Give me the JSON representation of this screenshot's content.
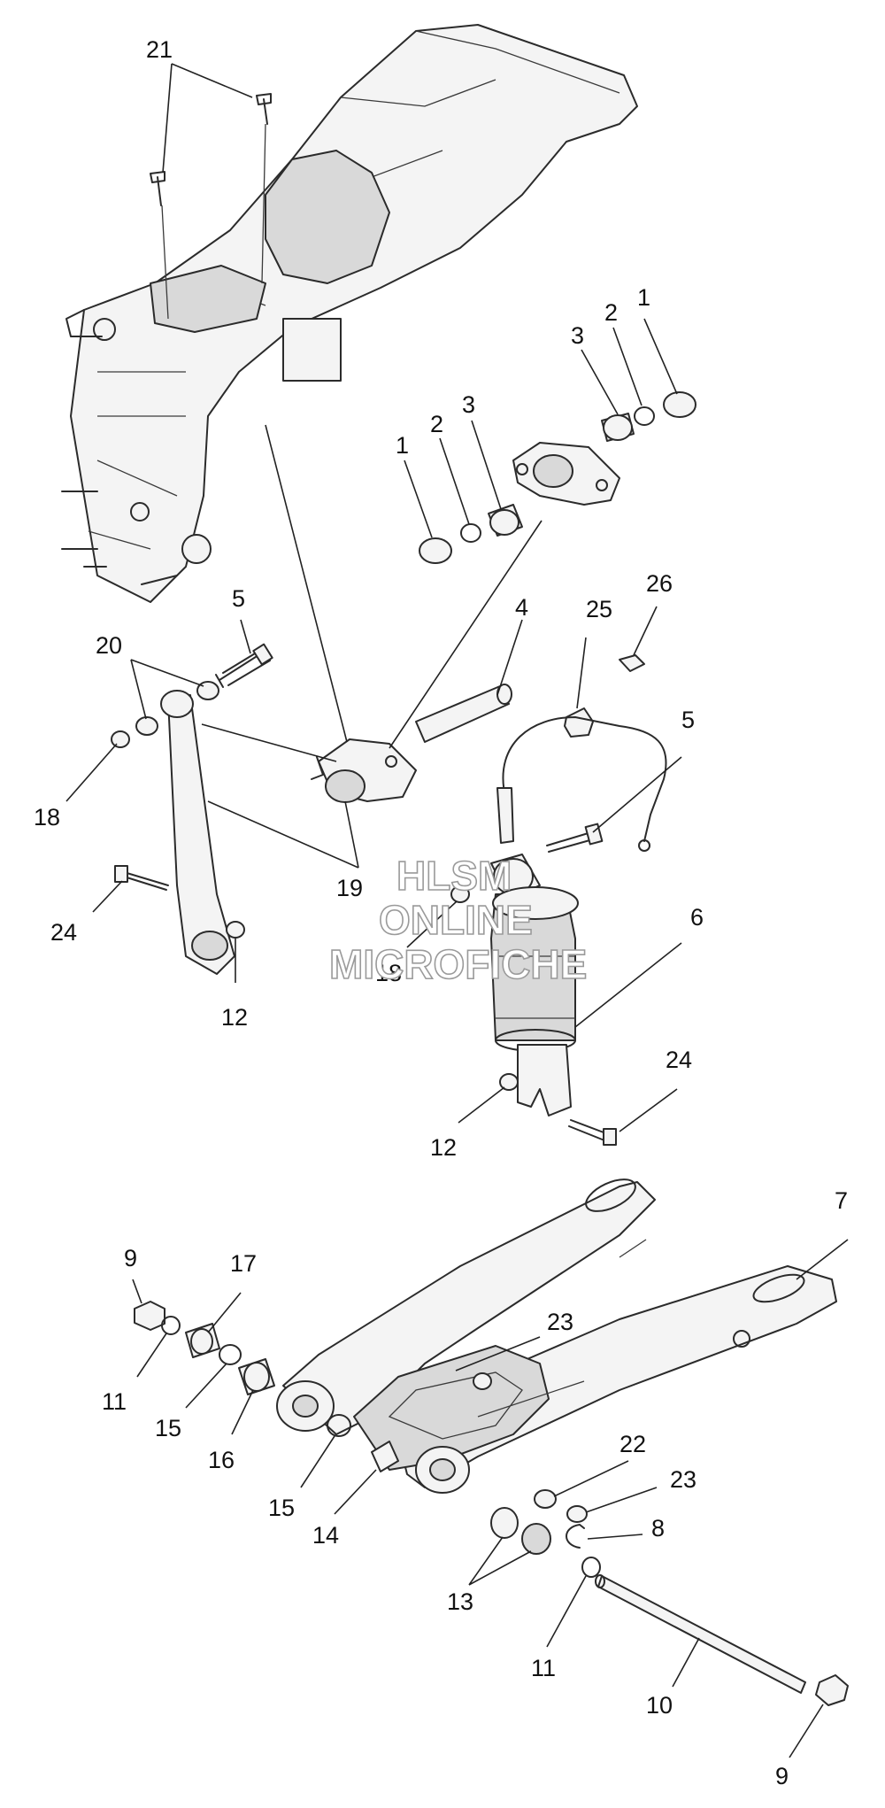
{
  "watermark": {
    "line1": "HLSM",
    "line2": "ONLINE",
    "line3": "MICROFICHE"
  },
  "callouts": {
    "c1a": "1",
    "c1b": "1",
    "c2a": "2",
    "c2b": "2",
    "c3a": "3",
    "c3b": "3",
    "c4": "4",
    "c5a": "5",
    "c5b": "5",
    "c6": "6",
    "c7": "7",
    "c8": "8",
    "c9a": "9",
    "c9b": "9",
    "c10": "10",
    "c11a": "11",
    "c11b": "11",
    "c12a": "12",
    "c12b": "12",
    "c13": "13",
    "c14": "14",
    "c15a": "15",
    "c15b": "15",
    "c16": "16",
    "c17": "17",
    "c18a": "18",
    "c18b": "18",
    "c19": "19",
    "c20": "20",
    "c21": "21",
    "c22": "22",
    "c23a": "23",
    "c23b": "23",
    "c24a": "24",
    "c24b": "24",
    "c25": "25",
    "c26": "26"
  }
}
